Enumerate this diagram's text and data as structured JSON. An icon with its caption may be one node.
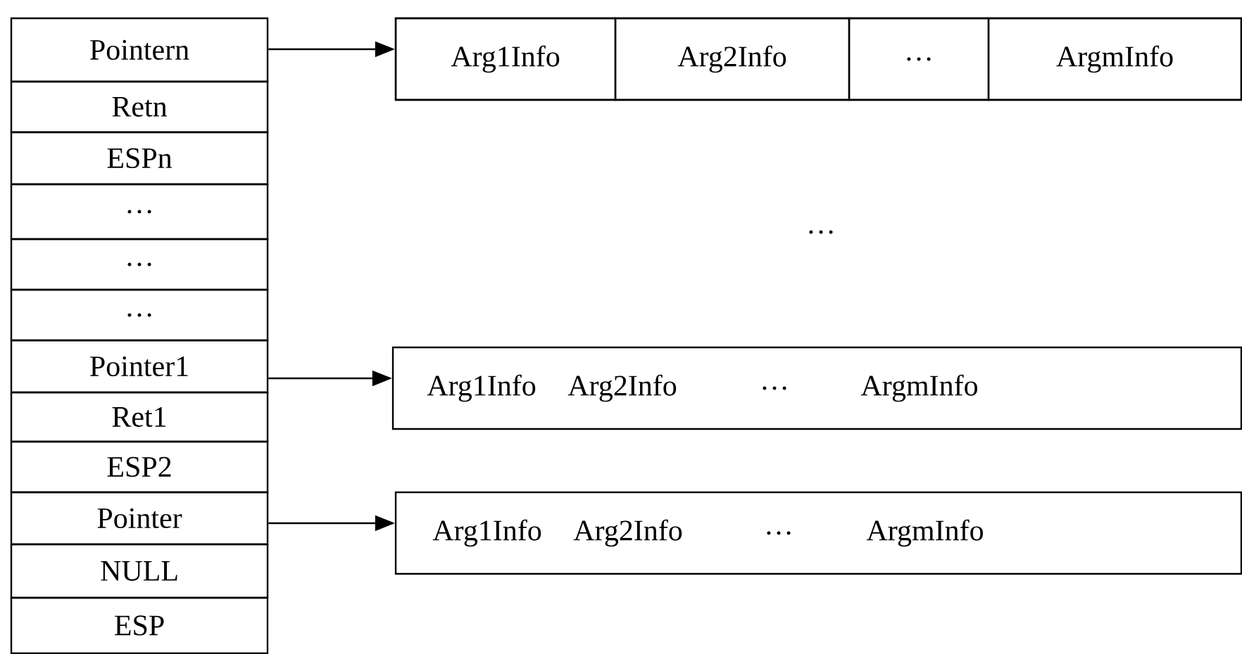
{
  "diagram": {
    "nodes": [
      {
        "text": [
          "Pointern"
        ]
      },
      {
        "text": [
          "Retn"
        ]
      },
      {
        "text": [
          "ESPn"
        ]
      },
      {
        "text": [
          "…"
        ]
      },
      {
        "text": [
          "…"
        ]
      },
      {
        "text": [
          "…"
        ]
      },
      {
        "text": [
          "Pointer1"
        ]
      },
      {
        "text": [
          "Ret1"
        ]
      },
      {
        "text": [
          "ESP2"
        ]
      },
      {
        "text": [
          "Pointer"
        ]
      },
      {
        "text": [
          "NULL"
        ]
      },
      {
        "text": [
          "ESP"
        ]
      },
      {
        "text": [],
        "shape": "box"
      },
      {
        "text": [
          "Arg1Info"
        ],
        "in": 12
      },
      {
        "text": [
          "Arg2Info"
        ],
        "in": 12
      },
      {
        "text": [
          "…"
        ],
        "in": 12
      },
      {
        "text": [
          "ArgmInfo"
        ],
        "in": 12
      },
      {
        "text": [
          "Arg1Info",
          "Arg2Info",
          "…",
          "ArgmInfo"
        ]
      },
      {
        "text": [
          "Arg1Info",
          "Arg2Info",
          "…",
          "ArgmInfo"
        ]
      }
    ],
    "edges": [
      {
        "from": 0,
        "to": 12,
        "arrow": "to"
      },
      {
        "from": 6,
        "to": 17,
        "arrow": "to"
      },
      {
        "from": 9,
        "to": 18,
        "arrow": "to"
      }
    ],
    "labels": [
      "…"
    ]
  }
}
